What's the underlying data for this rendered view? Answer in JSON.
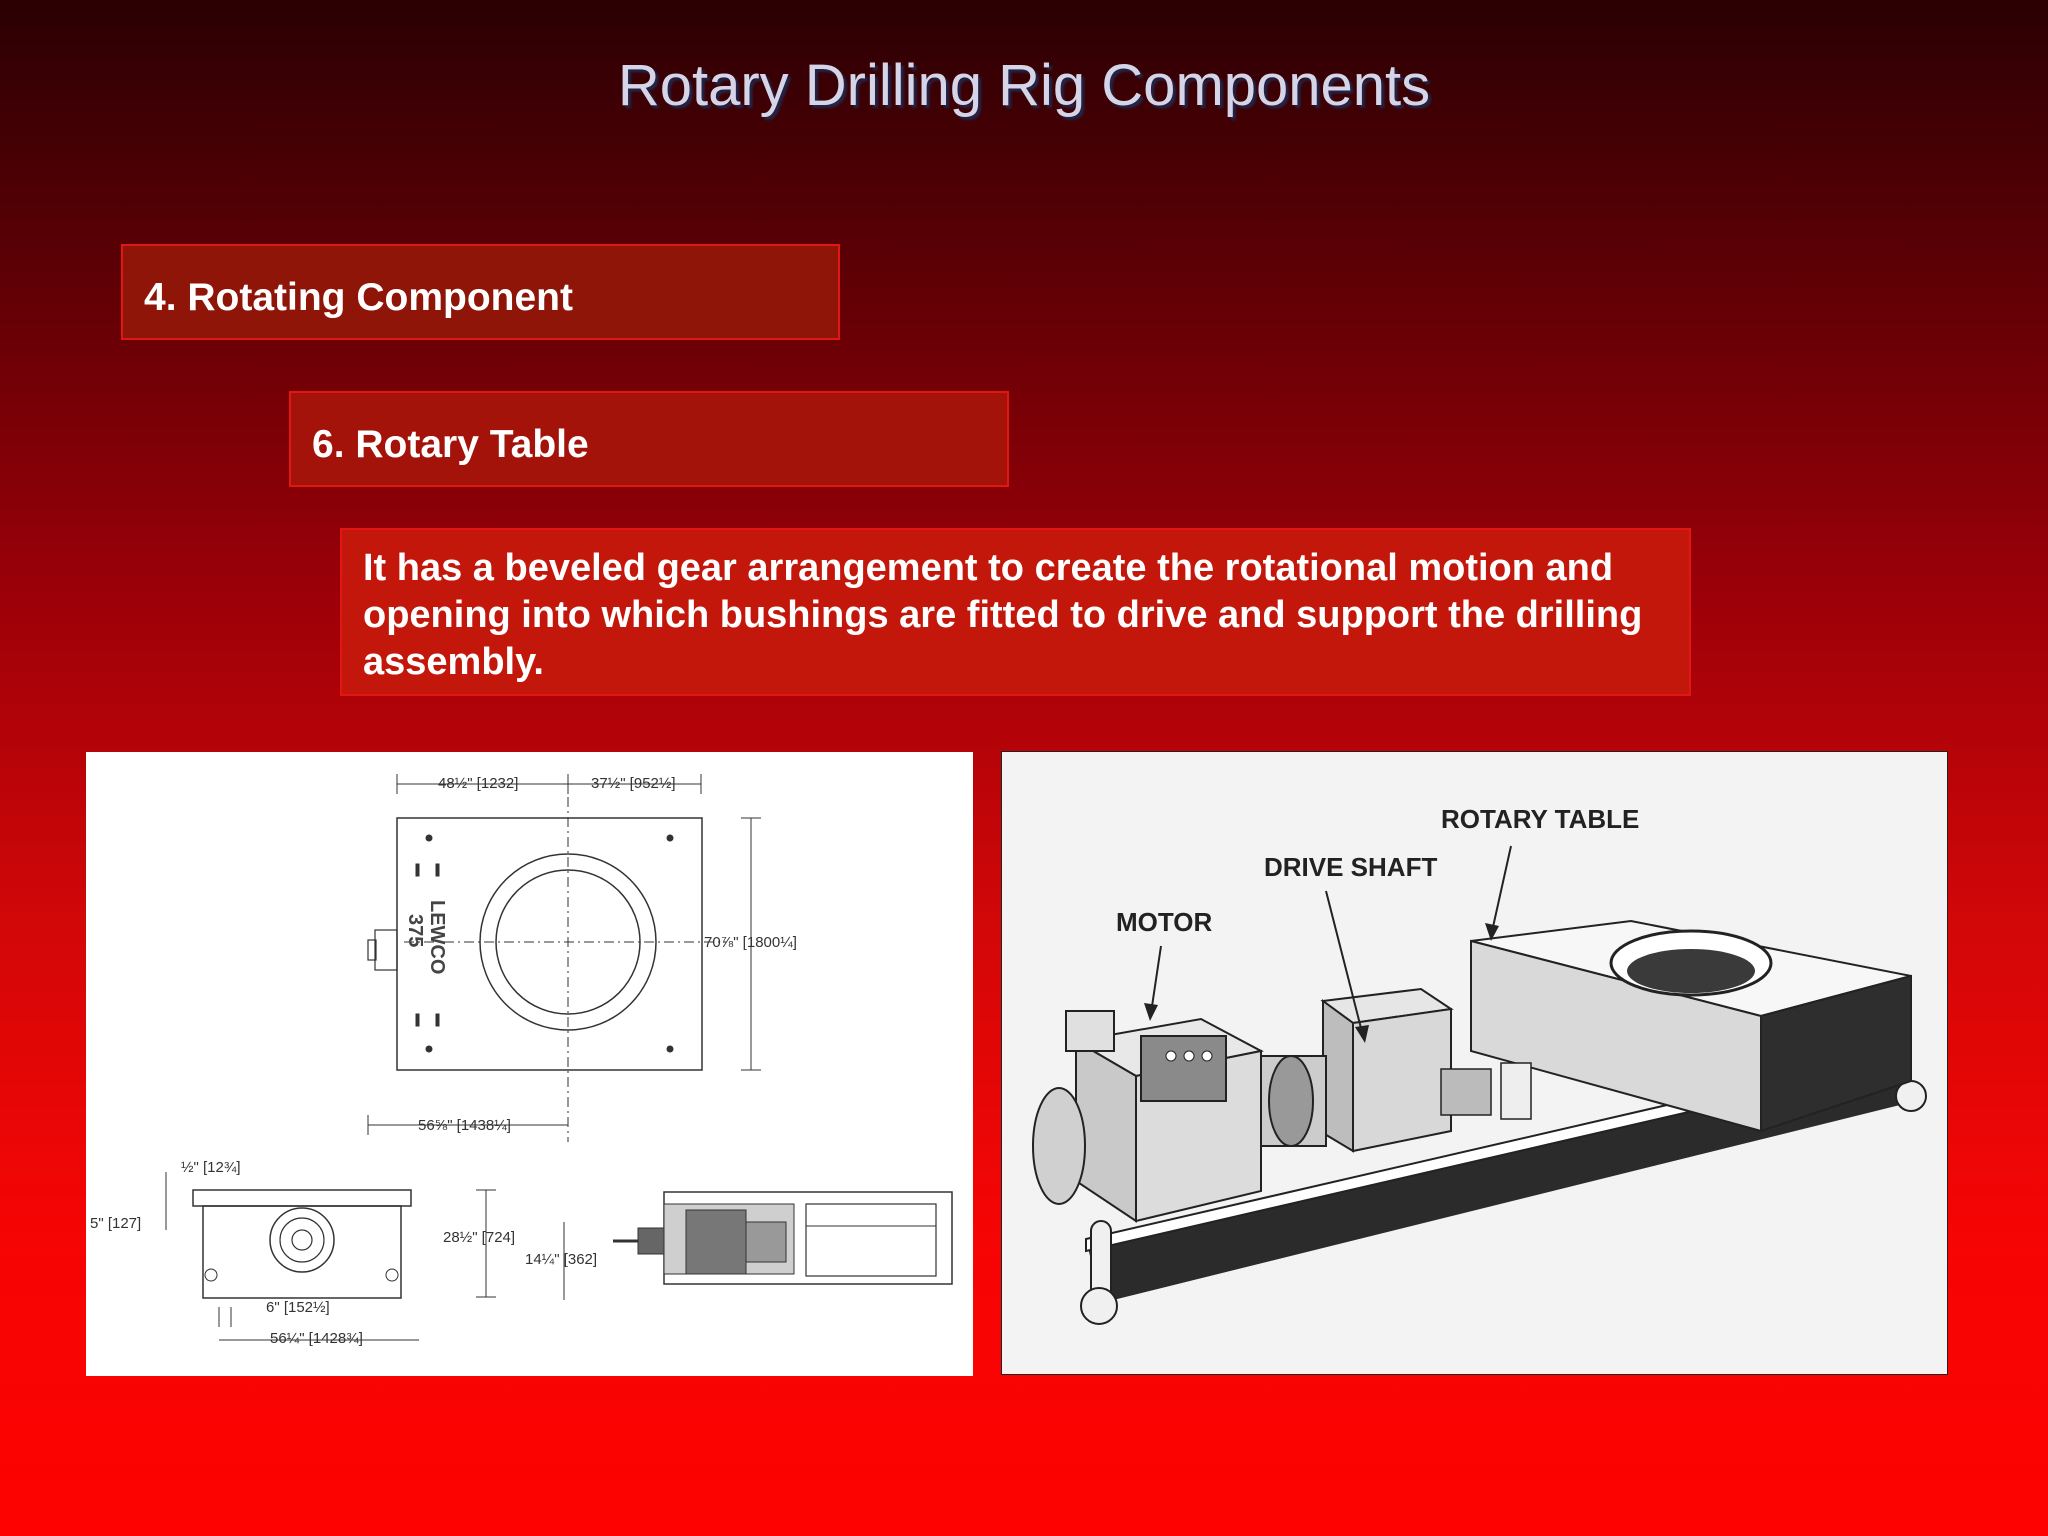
{
  "slide": {
    "title": "Rotary Drilling Rig Components",
    "heading_1": "4. Rotating Component",
    "heading_2": "6. Rotary Table",
    "description": "It has a beveled gear arrangement to create the rotational motion and opening into which bushings are fitted to drive and support the drilling assembly."
  },
  "drawing": {
    "brand": "LEWCO",
    "model": "375",
    "dim_top_left": "48½\" [1232]",
    "dim_top_right": "37½\" [952½]",
    "dim_height": "70⅞\" [1800¼]",
    "dim_bottom": "56⅝\" [1438¼]",
    "dim_half": "½\" [12¾]",
    "dim_five": "5\" [127]",
    "dim_28": "28½\" [724]",
    "dim_14": "14¼\" [362]",
    "dim_6": "6\" [152½]",
    "dim_56": "56¼\" [1428¾]"
  },
  "photo": {
    "label_rotary_table": "ROTARY TABLE",
    "label_drive_shaft": "DRIVE SHAFT",
    "label_motor": "MOTOR"
  }
}
